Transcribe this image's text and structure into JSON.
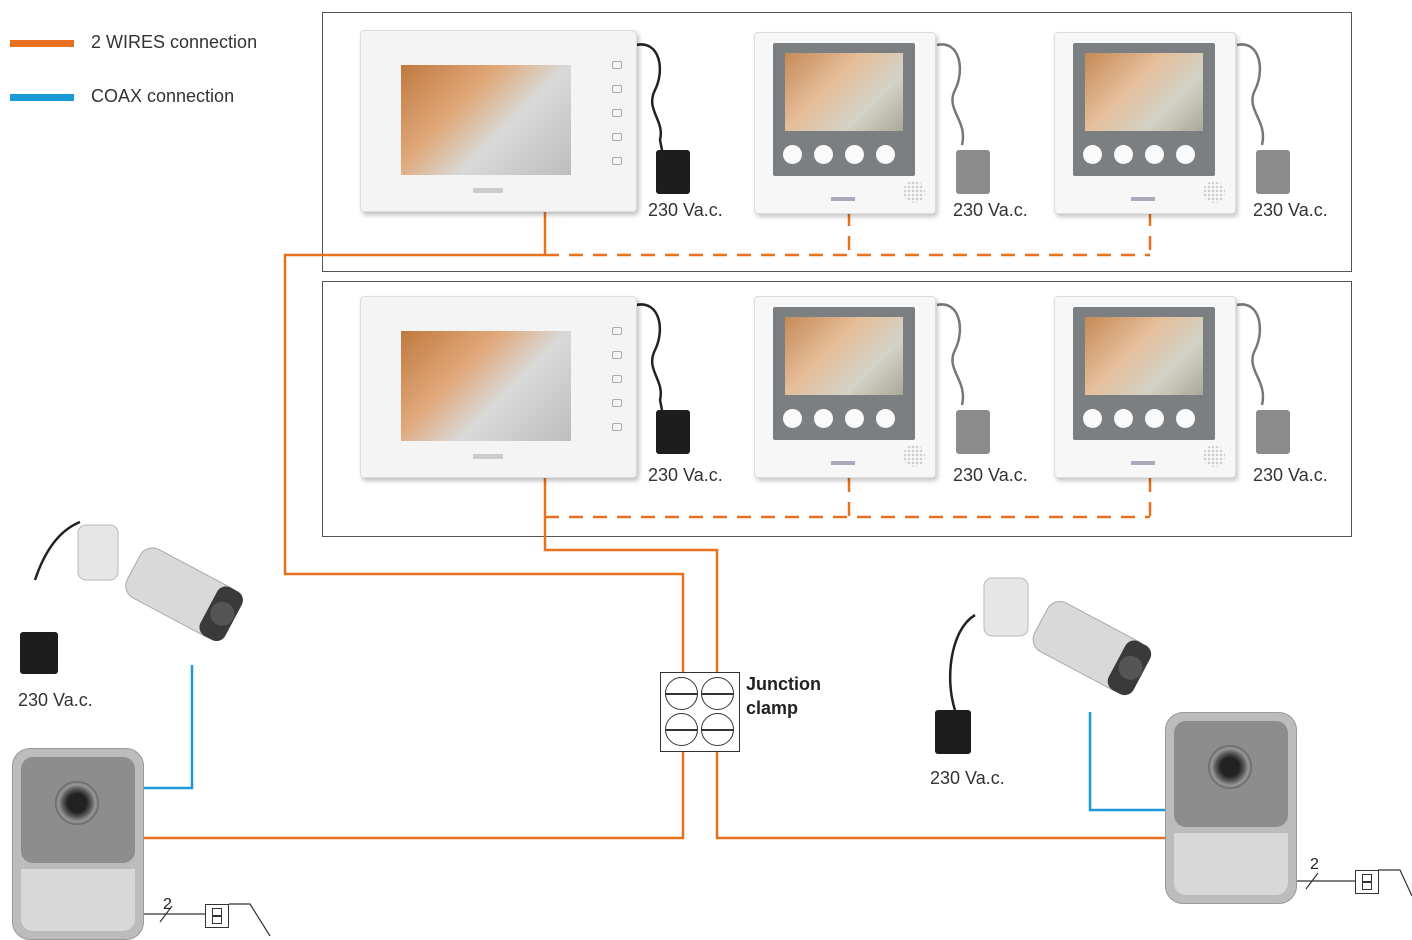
{
  "legend": {
    "items": [
      {
        "label": "2 WIRES connection",
        "color": "#e8701e"
      },
      {
        "label": "COAX connection",
        "color": "#1a9ad6"
      }
    ]
  },
  "voltage_labels": {
    "row1_m1": "230 Va.c.",
    "row1_m2": "230 Va.c.",
    "row1_m3": "230 Va.c.",
    "row2_m1": "230 Va.c.",
    "row2_m2": "230 Va.c.",
    "row2_m3": "230 Va.c.",
    "camera_left": "230 Va.c.",
    "camera_right": "230 Va.c."
  },
  "junction": {
    "label_line1": "Junction",
    "label_line2": "clamp"
  },
  "lock_wire_count": {
    "left": "2",
    "right": "2"
  },
  "colors": {
    "two_wire": "#e8701e",
    "coax": "#1a9ad6"
  }
}
